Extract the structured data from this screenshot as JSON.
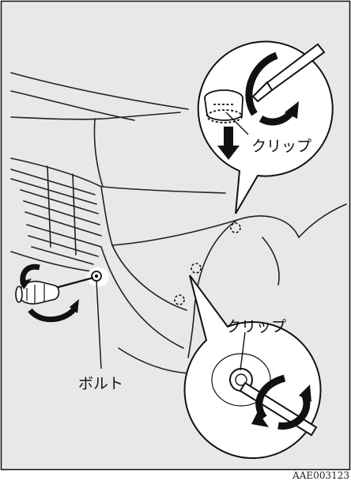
{
  "labels": {
    "clip_top": "クリップ",
    "clip_bottom": "クリップ",
    "bolt": "ボルト",
    "figure_code": "AAE003123"
  },
  "colors": {
    "panel_background": "#e8e8e8",
    "line": "#111111",
    "callout_fill": "#ffffff"
  },
  "icons": [
    "clip-symbol-icon",
    "rotation-arrow-icon",
    "down-arrow-icon",
    "screwdriver-icon",
    "bolt-icon"
  ]
}
